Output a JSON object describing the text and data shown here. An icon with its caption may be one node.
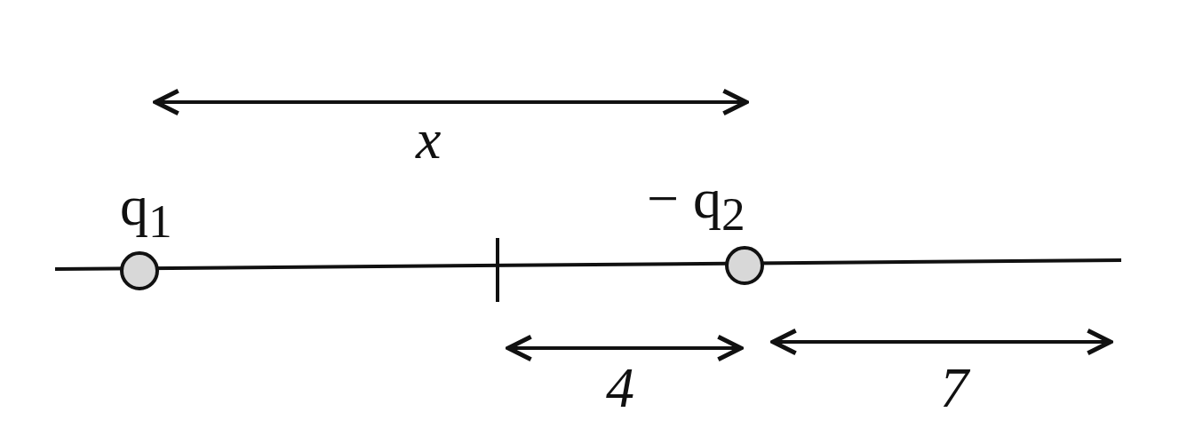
{
  "diagram": {
    "nodes": [
      {
        "text": [
          "q$_{1}$"
        ]
      },
      {
        "text": [
          "− q$_{2}$"
        ]
      }
    ],
    "labels": [
      "x",
      "4",
      "7"
    ]
  }
}
